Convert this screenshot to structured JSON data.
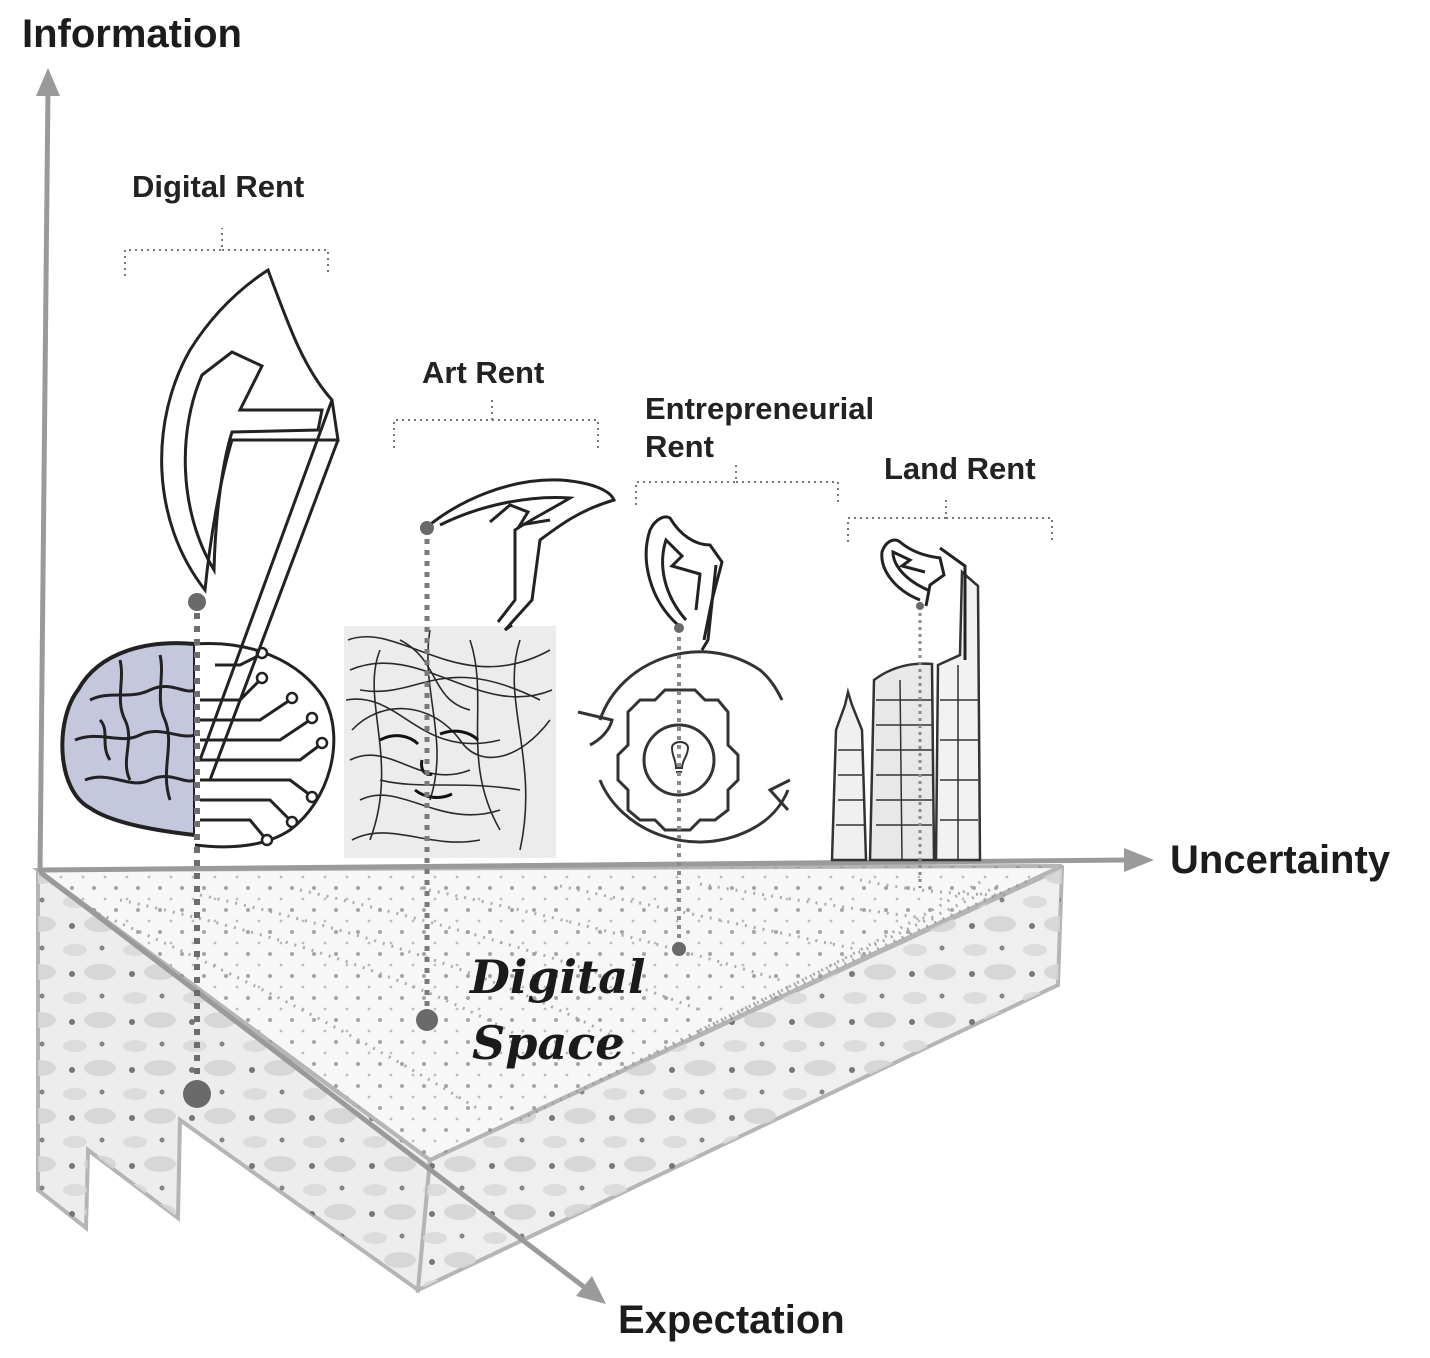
{
  "axes": {
    "y": "Information",
    "x": "Uncertainty",
    "z": "Expectation"
  },
  "rents": [
    {
      "label": "Digital Rent",
      "icon": "brain-circuit-icon"
    },
    {
      "label": "Art Rent",
      "icon": "sketch-face-icon"
    },
    {
      "label": "Entrepreneurial Rent",
      "icon": "gear-lightbulb-cycle-icon"
    },
    {
      "label": "Land Rent",
      "icon": "skyscrapers-icon"
    }
  ],
  "platform": {
    "line1": "Digital",
    "line2": "Space"
  },
  "colors": {
    "axis": "#9a9a9a",
    "brain": "#c5c8dc",
    "line": "#333333"
  }
}
